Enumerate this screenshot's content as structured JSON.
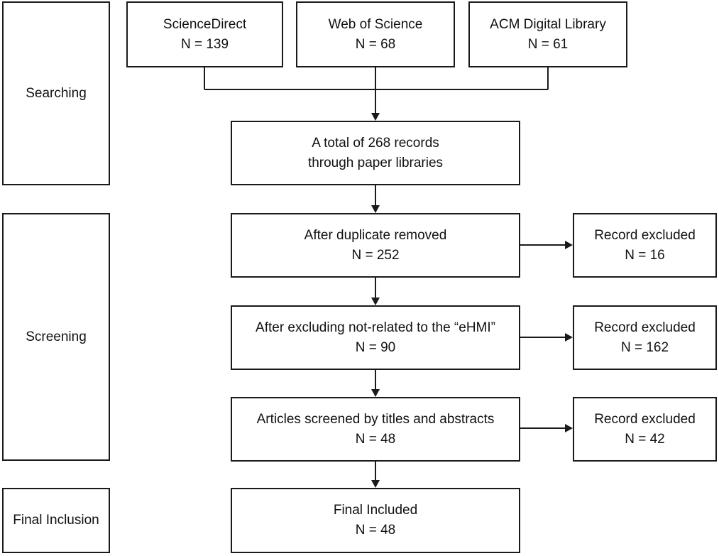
{
  "stages": {
    "searching": "Searching",
    "screening": "Screening",
    "final": "Final Inclusion"
  },
  "sources": [
    {
      "name": "ScienceDirect",
      "count": "N = 139"
    },
    {
      "name": "Web of Science",
      "count": "N = 68"
    },
    {
      "name": "ACM Digital Library",
      "count": "N = 61"
    }
  ],
  "total": {
    "line1": "A total of 268 records",
    "line2": "through paper libraries"
  },
  "steps": [
    {
      "label": "After duplicate removed",
      "count": "N = 252"
    },
    {
      "label": "After excluding not-related to the “eHMI”",
      "count": "N = 90"
    },
    {
      "label": "Articles screened by titles and abstracts",
      "count": "N = 48"
    }
  ],
  "excluded": [
    {
      "label": "Record excluded",
      "count": "N = 16"
    },
    {
      "label": "Record excluded",
      "count": "N = 162"
    },
    {
      "label": "Record excluded",
      "count": "N = 42"
    }
  ],
  "final": {
    "label": "Final Included",
    "count": "N = 48"
  }
}
